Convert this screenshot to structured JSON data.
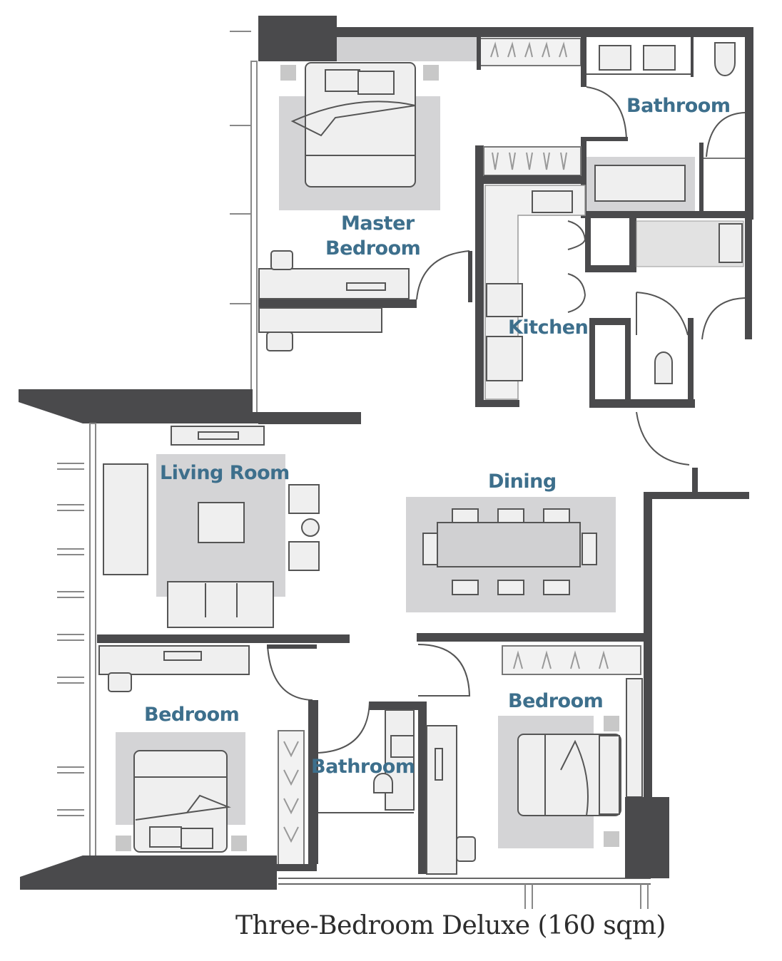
{
  "plan": {
    "title": "Three-Bedroom Deluxe (160 sqm)",
    "label_color": "#3d6f8c",
    "wall_color": "#4a4a4c",
    "rug_color": "#d4d4d6",
    "furniture_fill": "#eeeeee",
    "rooms": [
      {
        "id": "master-bedroom",
        "label_lines": [
          "Master",
          "Bedroom"
        ]
      },
      {
        "id": "master-bathroom",
        "label": "Bathroom"
      },
      {
        "id": "kitchen",
        "label": "Kitchen"
      },
      {
        "id": "living-room",
        "label": "Living Room"
      },
      {
        "id": "dining",
        "label": "Dining"
      },
      {
        "id": "bedroom-left",
        "label": "Bedroom"
      },
      {
        "id": "bathroom-shared",
        "label": "Bathroom"
      },
      {
        "id": "bedroom-right",
        "label": "Bedroom"
      }
    ]
  }
}
